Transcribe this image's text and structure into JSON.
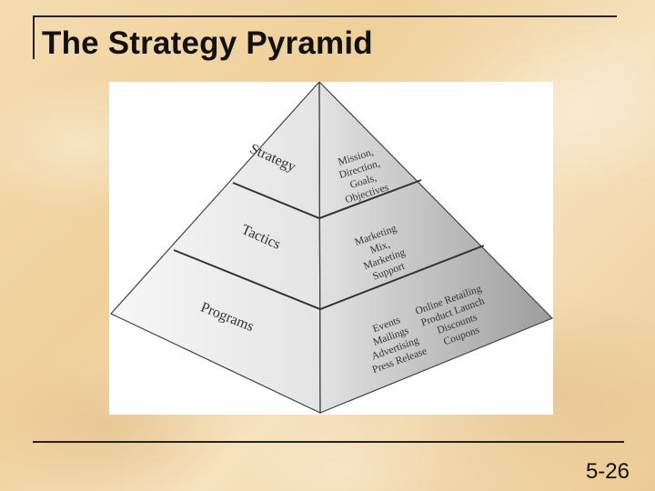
{
  "slide": {
    "title": "The Strategy Pyramid",
    "page_number": "5-26"
  },
  "pyramid": {
    "levels": [
      {
        "name": "Strategy",
        "items": [
          "Mission,",
          "Direction,",
          "Goals,",
          "Objectives"
        ]
      },
      {
        "name": "Tactics",
        "items": [
          "Marketing",
          "Mix,",
          "Marketing",
          "Support"
        ]
      },
      {
        "name": "Programs",
        "items_left": [
          "Events",
          "Mailings",
          "Advertising",
          "Press Release"
        ],
        "items_right": [
          "Online Retailing",
          "Product Launch",
          "Discounts",
          "Coupons"
        ]
      }
    ]
  }
}
